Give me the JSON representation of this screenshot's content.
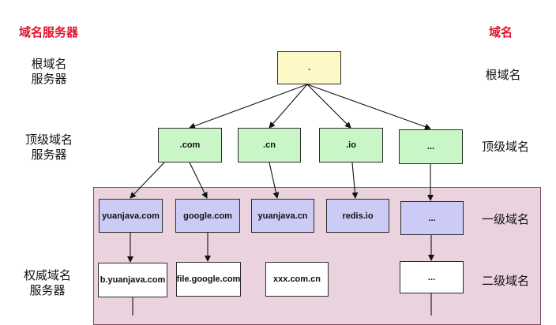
{
  "headers": {
    "left": "域名服务器",
    "right": "域名"
  },
  "server_labels": {
    "root": "根域名\n服务器",
    "tld": "顶级域名\n服务器",
    "authoritative": "权威域名\n服务器"
  },
  "level_labels": {
    "root": "根域名",
    "tld": "顶级域名",
    "second": "一级域名",
    "third": "二级域名"
  },
  "nodes": {
    "root": ".",
    "tld": [
      ".com",
      ".cn",
      ".io",
      "..."
    ],
    "second": [
      "yuanjava.com",
      "google.com",
      "yuanjava.cn",
      "redis.io",
      "..."
    ],
    "third": [
      "b.yuanjava.com",
      "file.google.com",
      "xxx.com.cn",
      "..."
    ]
  },
  "colors": {
    "root_fill": "#fdf9c6",
    "tld_fill": "#c9f6c6",
    "second_fill": "#cbcbf6",
    "third_fill": "#ffffff",
    "authoritative_region": "#ead3de",
    "header_red": "#e0142d"
  }
}
